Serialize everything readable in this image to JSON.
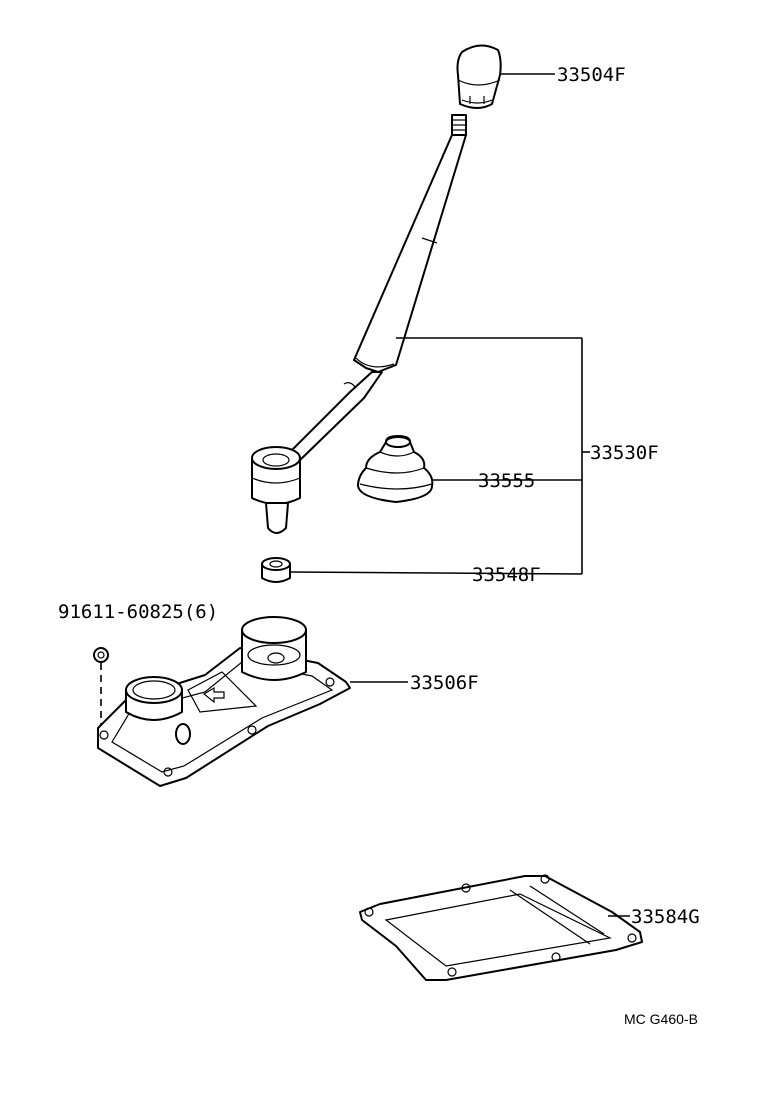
{
  "labels": {
    "knob": "33504F",
    "lever_assembly": "33530F",
    "boot": "33555",
    "bushing": "33548F",
    "bolt": "91611-60825(6)",
    "retainer": "33506F",
    "gasket": "33584G"
  },
  "figure_code": "MC G460-B"
}
